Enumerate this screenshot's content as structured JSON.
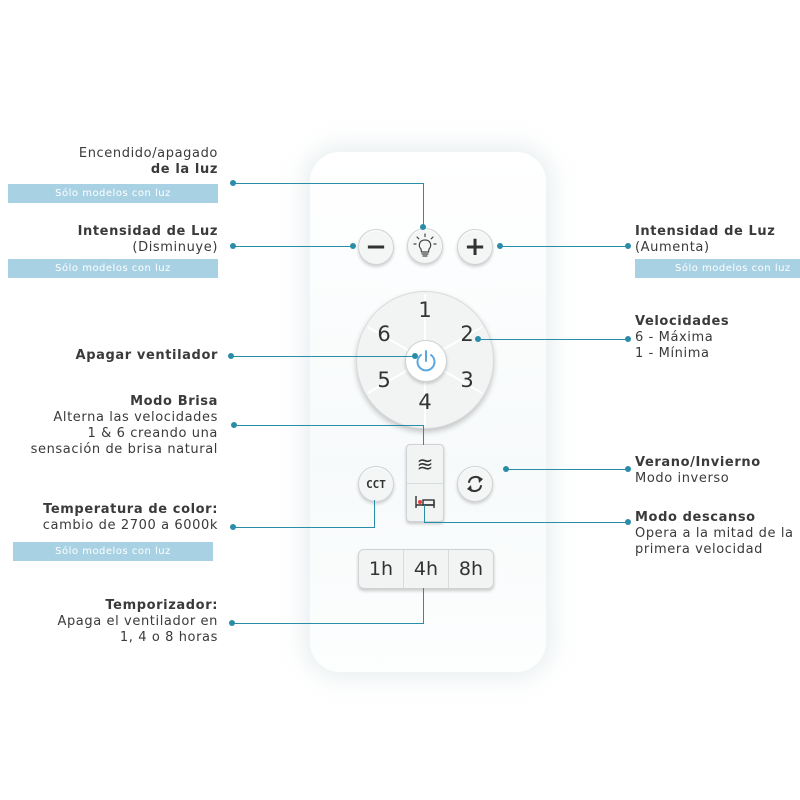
{
  "labels": {
    "light_toggle": {
      "line1": "Encendido/apagado",
      "line2": "de la luz",
      "tag": "Sólo modelos con luz"
    },
    "light_down": {
      "title": "Intensidad de Luz",
      "sub": "(Disminuye)",
      "tag": "Sólo modelos con luz"
    },
    "light_up": {
      "title": "Intensidad de Luz",
      "sub": "(Aumenta)",
      "tag": "Sólo modelos con luz"
    },
    "fan_off": {
      "title": "Apagar ventilador"
    },
    "speeds": {
      "title": "Velocidades",
      "line1": "6 - Máxima",
      "line2": "1 - Mínima"
    },
    "breeze": {
      "title": "Modo Brisa",
      "line1": "Alterna las velocidades",
      "line2": "1 & 6 creando una",
      "line3": "sensación de brisa natural"
    },
    "summer_winter": {
      "title": "Verano/Invierno",
      "sub": "Modo inverso"
    },
    "color_temp": {
      "title": "Temperatura de color:",
      "sub": "cambio de 2700 a 6000k",
      "tag": "Sólo modelos con luz"
    },
    "rest_mode": {
      "title": "Modo descanso",
      "line1": "Opera a la mitad de la",
      "line2": "primera velocidad"
    },
    "timer": {
      "title": "Temporizador:",
      "line1": "Apaga el ventilador en",
      "line2": "1, 4 o 8 horas"
    }
  },
  "remote": {
    "minus_symbol": "−",
    "plus_symbol": "+",
    "speeds": [
      "1",
      "2",
      "3",
      "4",
      "5",
      "6"
    ],
    "cct_label": "CCT",
    "breeze_symbol": "≋",
    "timer_options": [
      "1h",
      "4h",
      "8h"
    ],
    "icons": [
      "bulb-icon",
      "power-icon",
      "breeze-icon",
      "bed-icon",
      "reverse-icon"
    ]
  },
  "colors": {
    "accent": "#2a8da8",
    "tag_bg": "#a8d2e4",
    "power_blue": "#5aa8e0"
  }
}
